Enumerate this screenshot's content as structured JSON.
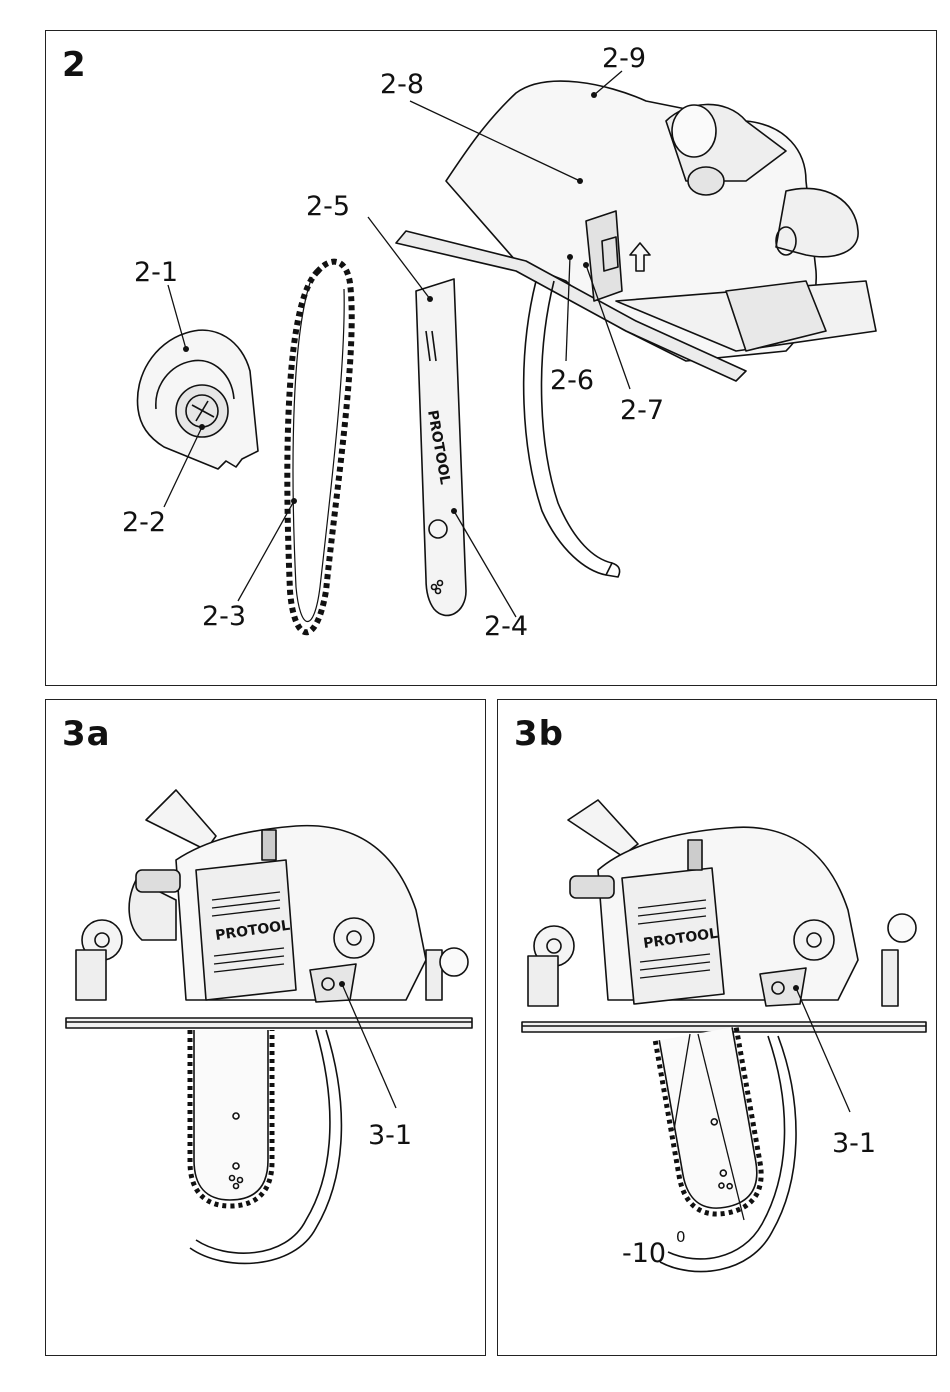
{
  "figures": {
    "fig2": {
      "number": "2",
      "labels": [
        "2-1",
        "2-2",
        "2-3",
        "2-4",
        "2-5",
        "2-6",
        "2-7",
        "2-8",
        "2-9"
      ],
      "logo": "PROTOOL"
    },
    "fig3a": {
      "number": "3a",
      "labels": [
        "3-1"
      ],
      "logo": "PROTOOL"
    },
    "fig3b": {
      "number": "3b",
      "labels": [
        "3-1"
      ],
      "angle": "-10",
      "angle_unit": "0",
      "logo": "PROTOOL"
    }
  }
}
